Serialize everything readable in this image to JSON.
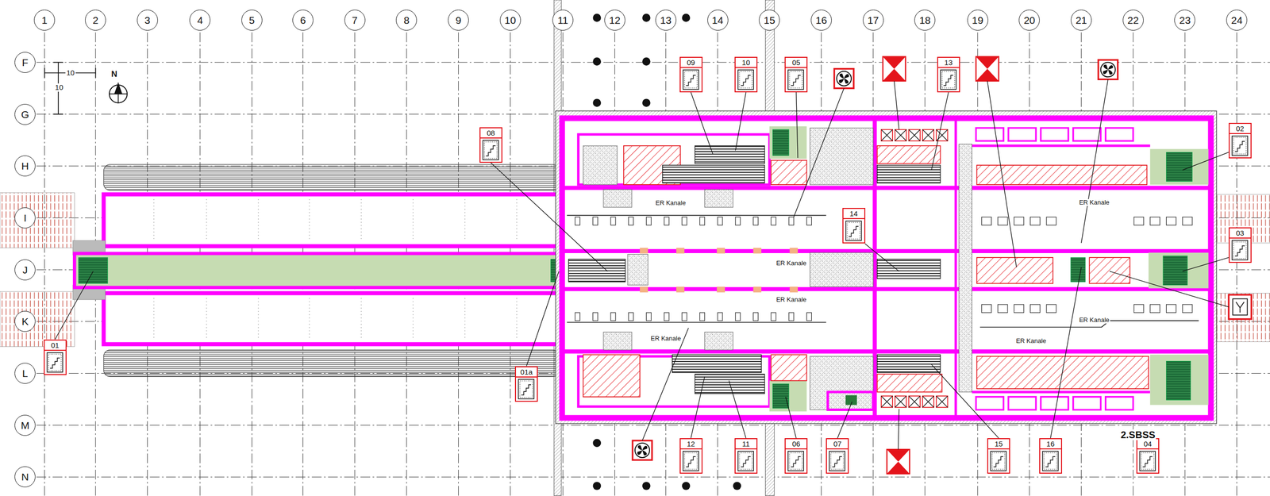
{
  "diagram": {
    "nodes": [
      {
        "text": [
          "1"
        ]
      },
      {
        "text": [
          "2"
        ]
      },
      {
        "text": [
          "3"
        ]
      },
      {
        "text": [
          "4"
        ]
      },
      {
        "text": [
          "5"
        ]
      },
      {
        "text": [
          "6"
        ]
      },
      {
        "text": [
          "7"
        ]
      },
      {
        "text": [
          "8"
        ]
      },
      {
        "text": [
          "9"
        ]
      },
      {
        "text": [
          "10"
        ]
      },
      {
        "text": [
          "11"
        ]
      },
      {
        "text": [
          "12"
        ]
      },
      {
        "text": [
          "13"
        ]
      },
      {
        "text": [
          "14"
        ]
      },
      {
        "text": [
          "15"
        ]
      },
      {
        "text": [
          "16"
        ]
      },
      {
        "text": [
          "17"
        ]
      },
      {
        "text": [
          "18"
        ]
      },
      {
        "text": [
          "19"
        ]
      },
      {
        "text": [
          "20"
        ]
      },
      {
        "text": [
          "21"
        ]
      },
      {
        "text": [
          "22"
        ]
      },
      {
        "text": [
          "23"
        ]
      },
      {
        "text": [
          "24"
        ]
      },
      {
        "text": [
          "F"
        ]
      },
      {
        "text": [
          "G"
        ]
      },
      {
        "text": [
          "H"
        ]
      },
      {
        "text": [
          "I"
        ]
      },
      {
        "text": [
          "J"
        ]
      },
      {
        "text": [
          "K"
        ]
      },
      {
        "text": [
          "L"
        ]
      },
      {
        "text": [
          "M"
        ]
      },
      {
        "text": [
          "N"
        ]
      },
      {
        "text": [
          "08"
        ]
      },
      {
        "text": [
          "09"
        ]
      },
      {
        "text": [
          "10"
        ]
      },
      {
        "text": [
          "05"
        ]
      },
      {
        "text": [
          "13"
        ]
      },
      {
        "text": [
          "02"
        ]
      },
      {
        "text": [
          "03"
        ]
      },
      {
        "text": [
          "14"
        ]
      },
      {
        "text": [
          "01"
        ]
      },
      {
        "text": [
          "01a"
        ]
      },
      {
        "text": [
          "12"
        ]
      },
      {
        "text": [
          "11"
        ]
      },
      {
        "text": [
          "06"
        ]
      },
      {
        "text": [
          "07"
        ]
      },
      {
        "text": [
          "15"
        ]
      },
      {
        "text": [
          "16"
        ]
      },
      {
        "text": [
          "04"
        ]
      }
    ],
    "labels": [
      "10",
      "10",
      "N",
      "ER Kanale",
      "ER Kanale",
      "ER Kanale",
      "ER Kanale",
      "ER Kanale",
      "ER Kanale",
      "ER Kanale",
      "2.SBSS"
    ]
  }
}
